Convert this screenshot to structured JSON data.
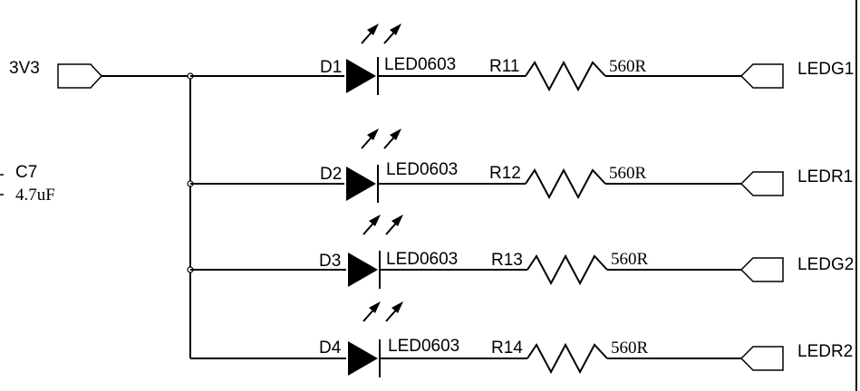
{
  "power_net": {
    "label": "3V3"
  },
  "capacitor": {
    "ref": "C7",
    "value": "4.7uF"
  },
  "leds": [
    {
      "ref": "D1",
      "footprint": "LED0603",
      "resistor_ref": "R11",
      "resistor_value": "560R",
      "output_net": "LEDG1"
    },
    {
      "ref": "D2",
      "footprint": "LED0603",
      "resistor_ref": "R12",
      "resistor_value": "560R",
      "output_net": "LEDR1"
    },
    {
      "ref": "D3",
      "footprint": "LED0603",
      "resistor_ref": "R13",
      "resistor_value": "560R",
      "output_net": "LEDG2"
    },
    {
      "ref": "D4",
      "footprint": "LED0603",
      "resistor_ref": "R14",
      "resistor_value": "560R",
      "output_net": "LEDR2"
    }
  ]
}
